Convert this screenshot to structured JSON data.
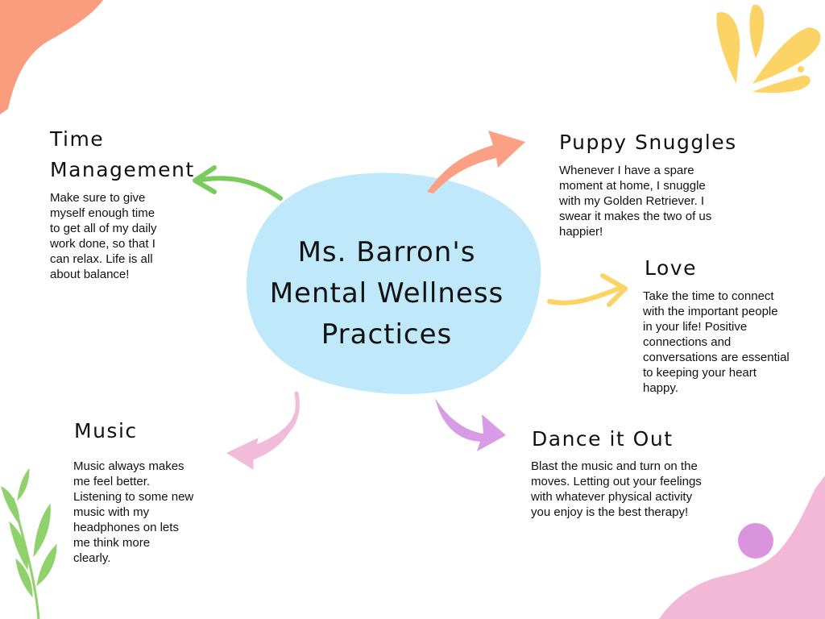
{
  "title": [
    "Ms. Barron's",
    "Mental Wellness",
    "Practices"
  ],
  "nodes": {
    "time_management": {
      "heading": [
        "Time",
        "Management"
      ],
      "body": [
        "Make sure to give",
        "myself enough time",
        "to get all of my daily",
        "work done, so that I",
        "can relax. Life is all",
        "about balance!"
      ]
    },
    "puppy_snuggles": {
      "heading": [
        "Puppy Snuggles"
      ],
      "body": [
        "Whenever I have a spare",
        "moment at home, I snuggle",
        "with my Golden Retriever. I",
        "swear it makes the two of us",
        "happier!"
      ]
    },
    "love": {
      "heading": [
        "Love"
      ],
      "body": [
        "Take the time to connect",
        "with the important people",
        "in your life! Positive",
        "connections and",
        "conversations are essential",
        "to keeping your heart",
        "happy."
      ]
    },
    "music": {
      "heading": [
        "Music"
      ],
      "body": [
        "Music always makes",
        "me feel better.",
        "Listening to some new",
        "music with my",
        "headphones on lets",
        "me think more",
        "clearly."
      ]
    },
    "dance_it_out": {
      "heading": [
        "Dance it Out"
      ],
      "body": [
        "Blast the music and turn on the",
        "moves. Letting out your feelings",
        "with whatever physical activity",
        "you enjoy is the best therapy!"
      ]
    }
  },
  "colors": {
    "center_blob": "#bfe9fb",
    "arrow_time_management": "#79cc5c",
    "arrow_puppy_snuggles": "#fb9f85",
    "arrow_love": "#fcd466",
    "arrow_music": "#f1bcd9",
    "arrow_dance_it_out": "#d89be6",
    "corner_blob_top_left": "#fa9d7e",
    "corner_splash_top_right": "#fcd466",
    "corner_blob_bottom_right": "#f3b8d6",
    "dot_bottom_right": "#da94dd",
    "leaves_bottom_left": "#8fd16a"
  }
}
